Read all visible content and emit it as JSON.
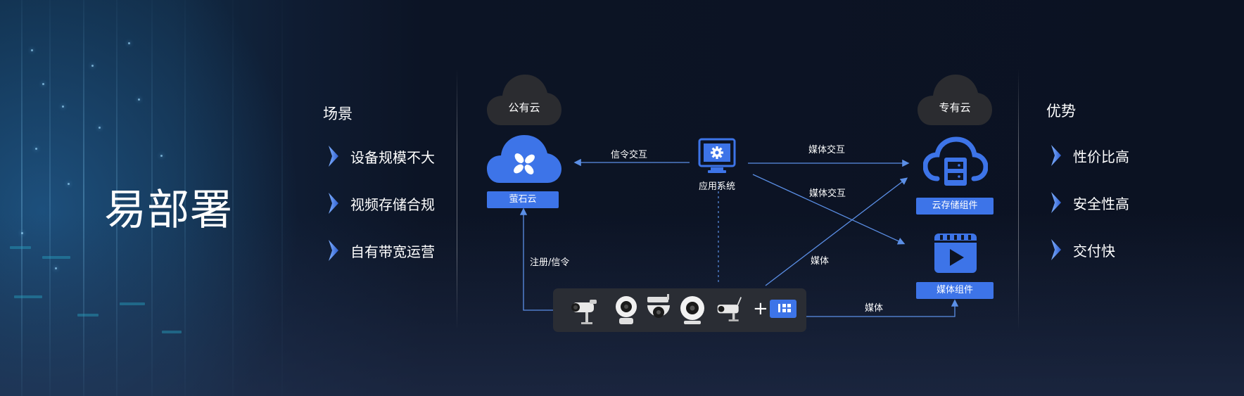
{
  "title": "易部署",
  "scenario": {
    "heading": "场景",
    "items": [
      "设备规模不大",
      "视频存储合规",
      "自有带宽运营"
    ]
  },
  "advantages": {
    "heading": "优势",
    "items": [
      "性价比高",
      "安全性高",
      "交付快"
    ]
  },
  "diagram": {
    "public_cloud_label": "公有云",
    "private_cloud_label": "专有云",
    "ezviz_cloud_tag": "萤石云",
    "app_system_label": "应用系统",
    "storage_tag": "云存储组件",
    "media_tag": "媒体组件",
    "edges": {
      "signaling": "信令交互",
      "media_interaction_1": "媒体交互",
      "media_interaction_2": "媒体交互",
      "register_signaling": "注册/信令",
      "media_1": "媒体",
      "media_2": "媒体"
    },
    "device_plus": "+"
  },
  "colors": {
    "accent": "#3d74e8",
    "cloud_dark": "#2b2c30",
    "line": "#5b8fe6"
  }
}
